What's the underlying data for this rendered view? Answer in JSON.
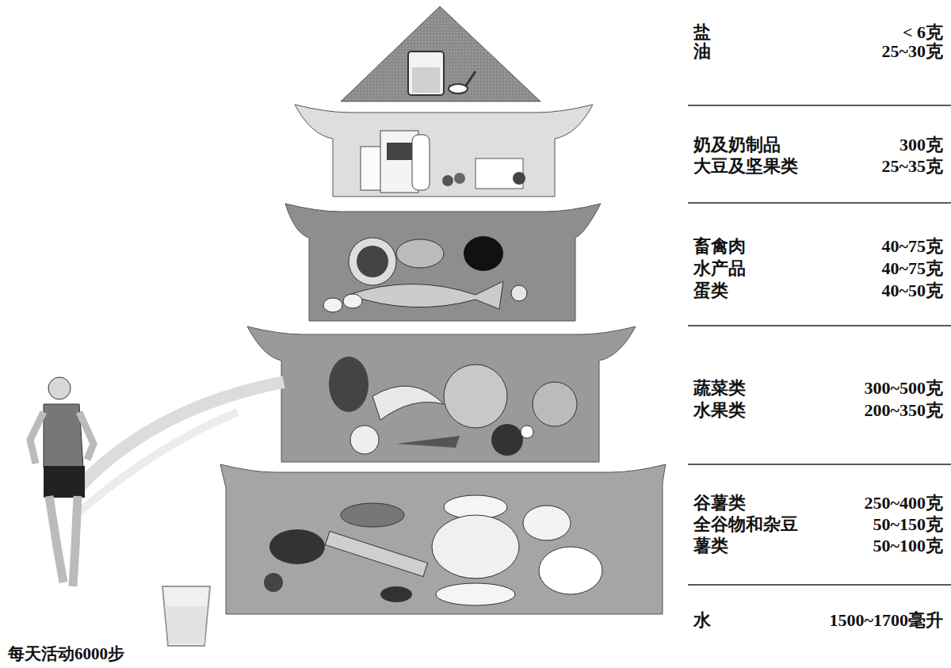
{
  "diagram": {
    "labels": [
      "盐",
      "< 6克",
      "油",
      "25~30克",
      "奶及奶制品",
      "300克",
      "大豆及坚果类",
      "25~35克",
      "畜禽肉",
      "40~75克",
      "水产品",
      "40~75克",
      "蛋类",
      "40~50克",
      "蔬菜类",
      "300~500克",
      "水果类",
      "200~350克",
      "谷薯类",
      "250~400克",
      "全谷物和杂豆",
      "50~150克",
      "薯类",
      "50~100克",
      "水",
      "1500~1700毫升",
      "每天活动6000步"
    ]
  }
}
